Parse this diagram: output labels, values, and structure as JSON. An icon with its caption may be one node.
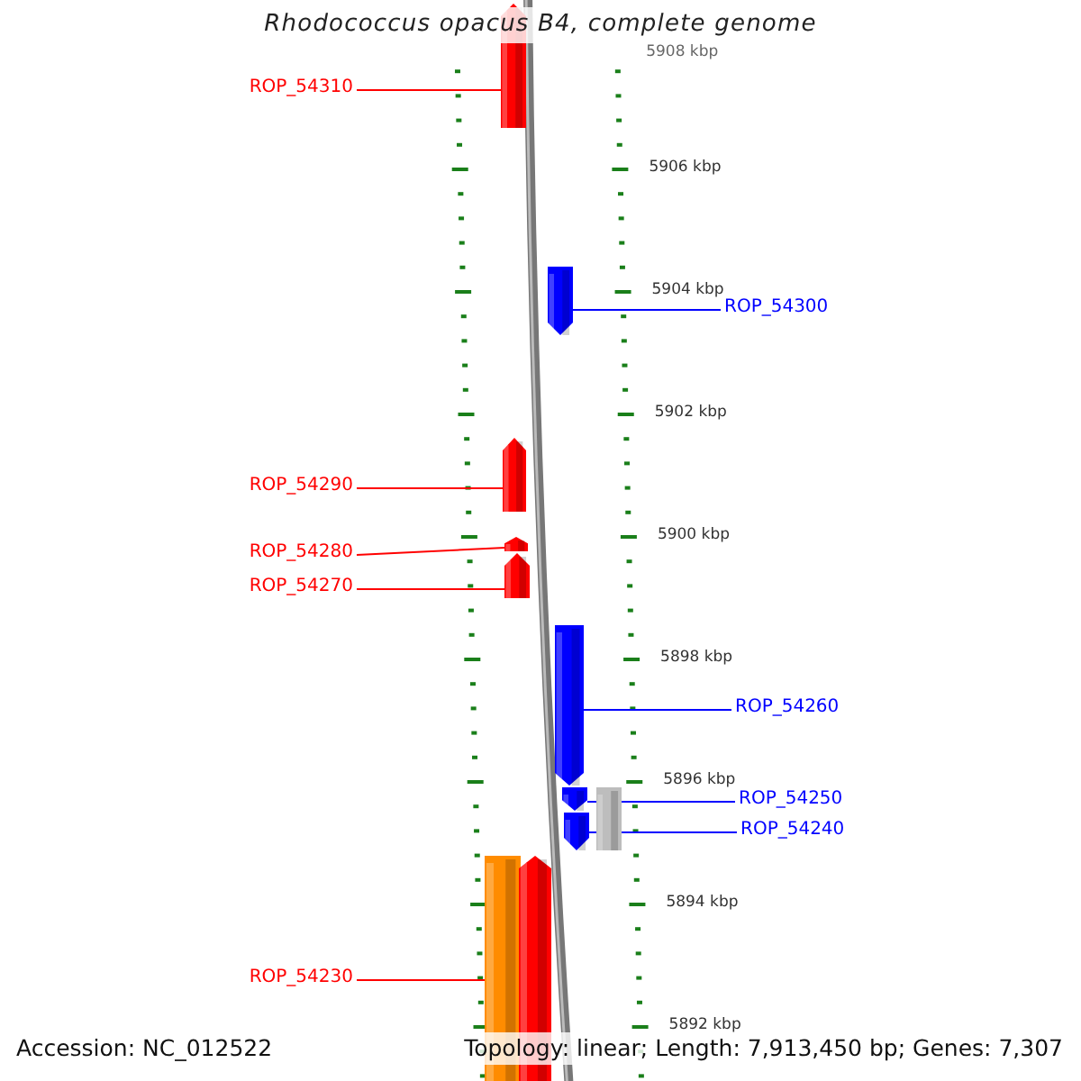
{
  "diagram": {
    "title": "Rhodococcus opacus B4, complete genome",
    "nodes": [
      {
        "text": [
          "ROP_54310"
        ]
      },
      {
        "text": [
          "ROP_54300"
        ]
      },
      {
        "text": [
          "ROP_54290"
        ]
      },
      {
        "text": [
          "ROP_54280"
        ]
      },
      {
        "text": [
          "ROP_54270"
        ]
      },
      {
        "text": [
          "ROP_54260"
        ]
      },
      {
        "text": [
          "ROP_54250"
        ]
      },
      {
        "text": [
          "ROP_54240"
        ]
      },
      {
        "text": [
          "ROP_54230"
        ]
      },
      {
        "text": [],
        "shape": "arrow"
      },
      {
        "text": [],
        "shape": "arrow"
      },
      {
        "text": [],
        "shape": "arrow"
      },
      {
        "text": [],
        "shape": "arrow"
      },
      {
        "text": [],
        "shape": "arrow"
      },
      {
        "text": [],
        "shape": "arrow"
      },
      {
        "text": [],
        "shape": "arrow"
      },
      {
        "text": [],
        "shape": "arrow"
      },
      {
        "text": [],
        "shape": "bar"
      },
      {
        "text": [],
        "shape": "bar"
      },
      {
        "text": [],
        "shape": "arrow"
      }
    ],
    "edges": [
      {
        "from": 0,
        "to": 9,
        "arrow": "none"
      },
      {
        "from": 1,
        "to": 10,
        "arrow": "none",
        "color": "#0000ff"
      },
      {
        "from": 2,
        "to": 11,
        "arrow": "none"
      },
      {
        "from": 3,
        "to": 12,
        "arrow": "none"
      },
      {
        "from": 4,
        "to": 13,
        "arrow": "none"
      },
      {
        "from": 5,
        "to": 14,
        "arrow": "none",
        "color": "#0000ff"
      },
      {
        "from": 6,
        "to": 15,
        "arrow": "none",
        "color": "#0000ff"
      },
      {
        "from": 7,
        "to": 16,
        "arrow": "none",
        "color": "#0000ff"
      },
      {
        "from": 8,
        "to": 18,
        "arrow": "none"
      }
    ],
    "labels": [
      "5908 kbp",
      "5906 kbp",
      "5904 kbp",
      "5902 kbp",
      "5900 kbp",
      "5898 kbp",
      "5896 kbp",
      "5894 kbp",
      "5892 kbp",
      "Accession: NC_012522",
      "Topology: linear; Length: 7,913,450 bp; Genes: 7,307"
    ]
  }
}
